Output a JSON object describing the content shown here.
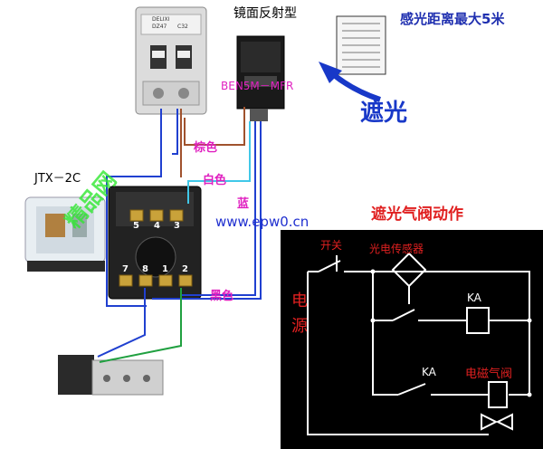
{
  "header": {
    "sensor_title": "镜面反射型",
    "sensor_model": "BEN5M－MFR",
    "range_note": "感光距离最大5米",
    "block_label": "遮光"
  },
  "wiring": {
    "relay_model": "JTX－2C",
    "watermark": "精品网",
    "brown": "棕色",
    "white": "白色",
    "blue": "蓝",
    "black": "黑色",
    "site": "www.epw0.cn",
    "breaker_brand": "DELIXI",
    "breaker_model": "DZ47",
    "breaker_rating": "C32",
    "pin_labels": [
      "5",
      "4",
      "3",
      "7",
      "8",
      "1",
      "2"
    ]
  },
  "schematic": {
    "title": "遮光气阀动作",
    "switch_label": "开关",
    "sensor_label": "光电传感器",
    "power_label_1": "电",
    "power_label_2": "源",
    "relay_coil": "KA",
    "relay_contact": "KA",
    "valve_label": "电磁气阀"
  },
  "colors": {
    "wire_blue": "#2040d0",
    "wire_brown": "#a0522d",
    "wire_white": "#40c8e8",
    "wire_green": "#20a040",
    "label_magenta": "#e020c0",
    "label_red": "#e02020",
    "schematic_bg": "#000000"
  }
}
